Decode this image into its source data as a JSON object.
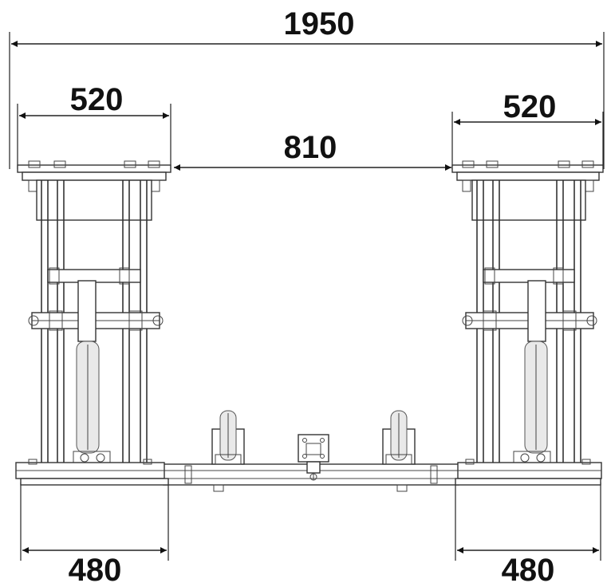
{
  "dimensions": {
    "overall_width": "1950",
    "platform_width_left": "520",
    "platform_width_right": "520",
    "inner_gap": "810",
    "base_width_left": "480",
    "base_width_right": "480"
  },
  "colors": {
    "line": "#222222",
    "background": "#ffffff"
  }
}
